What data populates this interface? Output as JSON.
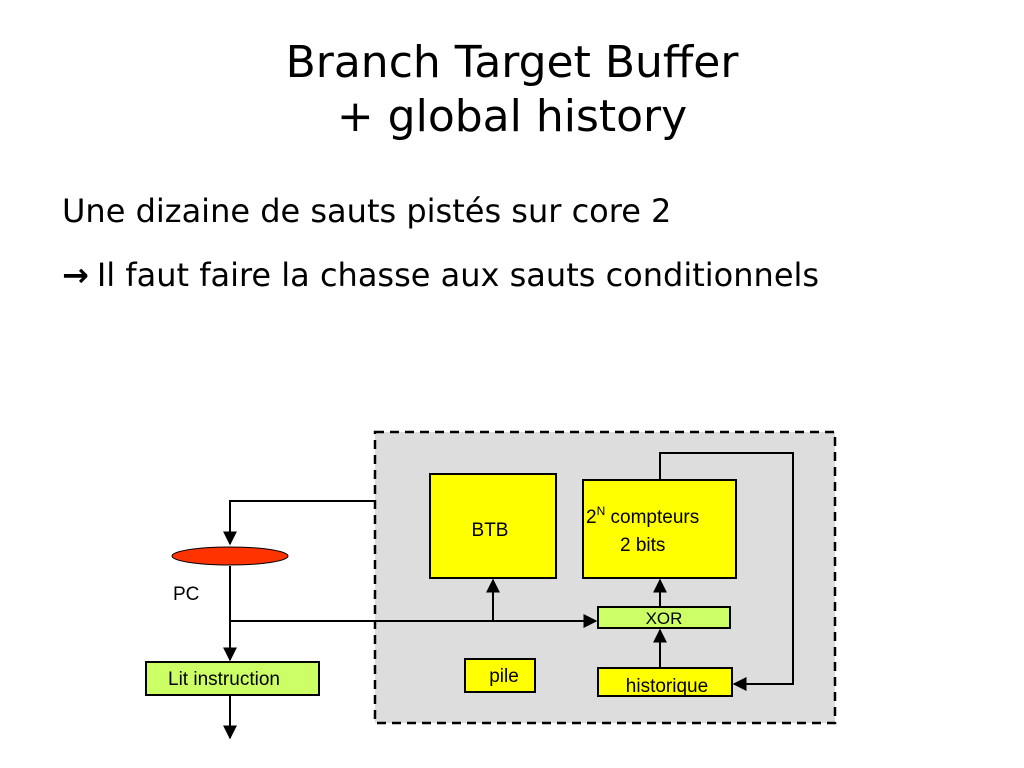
{
  "slide": {
    "title_line1": "Branch Target Buffer",
    "title_line2": "+ global history",
    "bullets": [
      {
        "arrow": "",
        "text": "Une dizaine de sauts pistés sur core 2"
      },
      {
        "arrow": "→",
        "text": "Il faut faire la chasse aux sauts conditionnels"
      }
    ]
  },
  "diagram": {
    "pc_label": "PC",
    "lit_instruction": "Lit instruction",
    "btb": "BTB",
    "compteurs_base": "2",
    "compteurs_exp": "N",
    "compteurs_rest": " compteurs",
    "compteurs_line2": "2 bits",
    "xor": "XOR",
    "pile": "pile",
    "historique": "historique",
    "colors": {
      "yellow_box": "#ffff00",
      "green_box": "#ccff66",
      "pc_ellipse": "#ff3300",
      "dashed_region": "#dddddd"
    }
  }
}
